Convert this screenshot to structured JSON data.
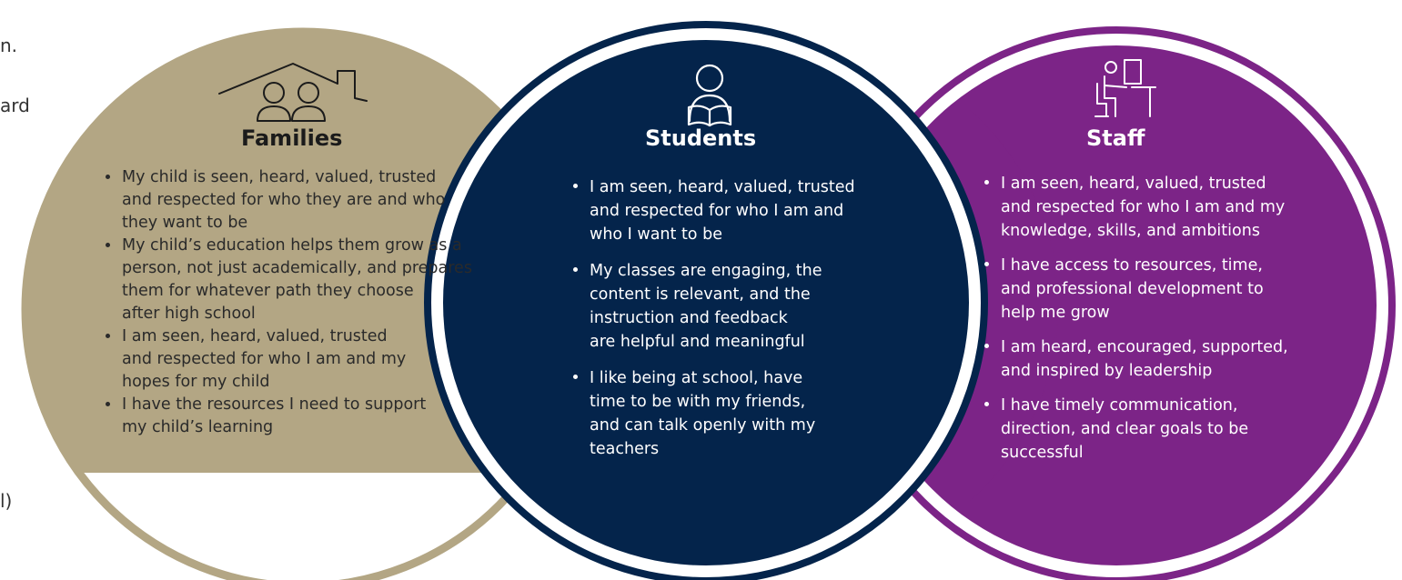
{
  "colors": {
    "families": "#b3a684",
    "students": "#04244b",
    "staff": "#7c2487",
    "white": "#ffffff"
  },
  "left_edge_text": [
    "n.",
    "ard",
    "l)"
  ],
  "groups": [
    {
      "key": "families",
      "title": "Families",
      "icon": "house-family-icon",
      "items": [
        "My child is seen, heard, valued, trusted\nand respected for who they are and who\nthey want to be",
        "My child’s education helps them grow as a\nperson, not just academically, and prepares\nthem for whatever path they choose\nafter high school",
        "I am seen, heard, valued, trusted\nand respected for who I am and my\nhopes for my child",
        "I have the resources I need to support\nmy child’s learning"
      ]
    },
    {
      "key": "students",
      "title": "Students",
      "icon": "student-reading-icon",
      "items": [
        "I am seen, heard, valued, trusted\nand respected for who I am and\nwho I want to be",
        "My classes are engaging, the\ncontent is relevant, and the\ninstruction and feedback\nare helpful and meaningful",
        "I like being at school, have\ntime to be with my friends,\nand can talk openly with my\nteachers"
      ]
    },
    {
      "key": "staff",
      "title": "Staff",
      "icon": "staff-desk-icon",
      "items": [
        "I am seen, heard, valued, trusted\nand respected for who I am and my\nknowledge, skills, and ambitions",
        "I have access to resources, time,\nand professional development to\nhelp me grow",
        "I am heard, encouraged, supported,\nand inspired by leadership",
        "I have timely communication,\ndirection, and clear goals to be\nsuccessful"
      ]
    }
  ]
}
